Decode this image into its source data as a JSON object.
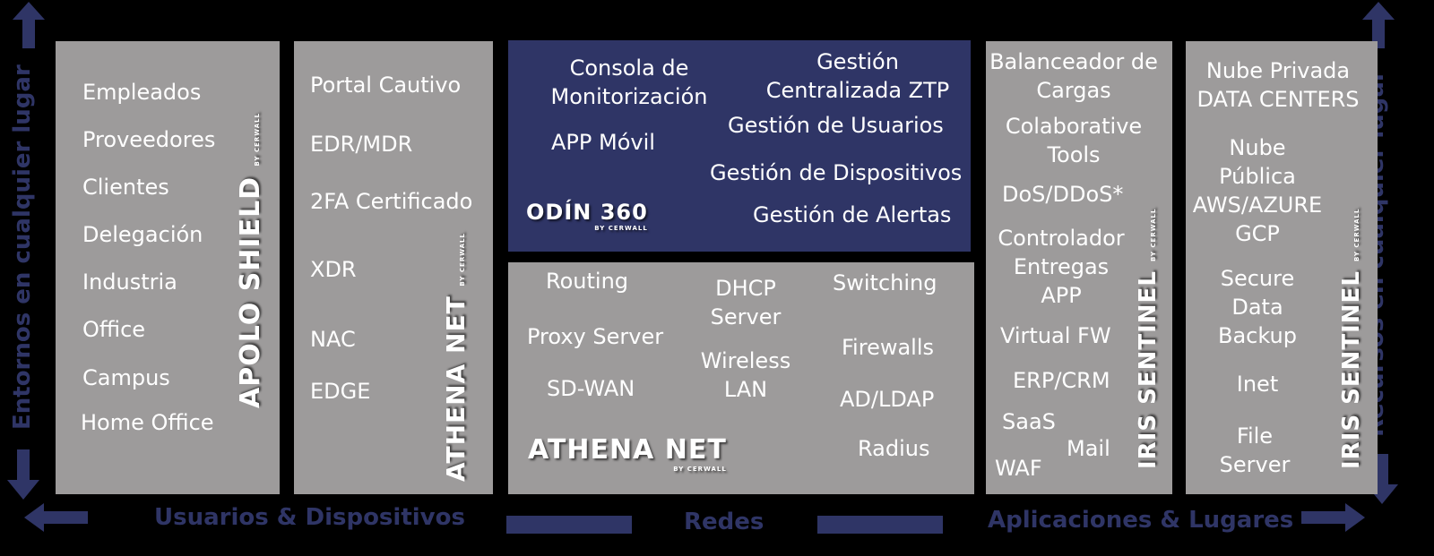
{
  "colors": {
    "navy": "#2f3566",
    "panel_gray": "#9d9b9b",
    "background": "#000000"
  },
  "side_labels": {
    "left": "Entornos en cualquier lugar",
    "right": "Recursos en cualquier lugar"
  },
  "bottom_labels": {
    "users": "Usuarios & Dispositivos",
    "networks": "Redes",
    "apps": "Aplicaciones & Lugares"
  },
  "apolo": {
    "brand": "APOLO SHIELD",
    "brand_sub": "BY CERWALL",
    "items": [
      "Empleados",
      "Proveedores",
      "Clientes",
      "Delegación",
      "Industria",
      "Office",
      "Campus",
      "Home Office"
    ]
  },
  "athena_side": {
    "brand_main": "ATHENA",
    "brand_net": "NET",
    "brand_sub": "BY CERWALL",
    "items": [
      "Portal Cautivo",
      "EDR/MDR",
      "2FA Certificado",
      "XDR",
      "NAC",
      "EDGE"
    ]
  },
  "odin": {
    "brand": "ODÍN 360",
    "brand_sub": "BY CERWALL",
    "items": [
      "Consola de",
      "Monitorización",
      "APP Móvil",
      "Gestión",
      "Centralizada ZTP",
      "Gestión de Usuarios",
      "Gestión de Dispositivos",
      "Gestión de Alertas"
    ]
  },
  "athena_center": {
    "brand_main": "ATHENA",
    "brand_net": "NET",
    "brand_sub": "BY CERWALL",
    "items": [
      "Routing",
      "Proxy Server",
      "SD-WAN",
      "DHCP",
      "Server",
      "Wireless",
      "LAN",
      "Switching",
      "Firewalls",
      "AD/LDAP",
      "Radius"
    ]
  },
  "iris_apps": {
    "brand": "IRIS SENTINEL",
    "brand_sub": "BY CERWALL",
    "items": [
      "Balanceador de",
      "Cargas",
      "Colaborative",
      "Tools",
      "DoS/DDoS*",
      "Controlador",
      "Entregas",
      "APP",
      "Virtual FW",
      "ERP/CRM",
      "SaaS",
      "Mail",
      "WAF"
    ]
  },
  "iris_resources": {
    "brand": "IRIS SENTINEL",
    "brand_sub": "BY CERWALL",
    "items": [
      "Nube Privada",
      "DATA CENTERS",
      "Nube",
      "Pública",
      "AWS/AZURE",
      "GCP",
      "Secure",
      "Data",
      "Backup",
      "Inet",
      "File",
      "Server"
    ]
  }
}
